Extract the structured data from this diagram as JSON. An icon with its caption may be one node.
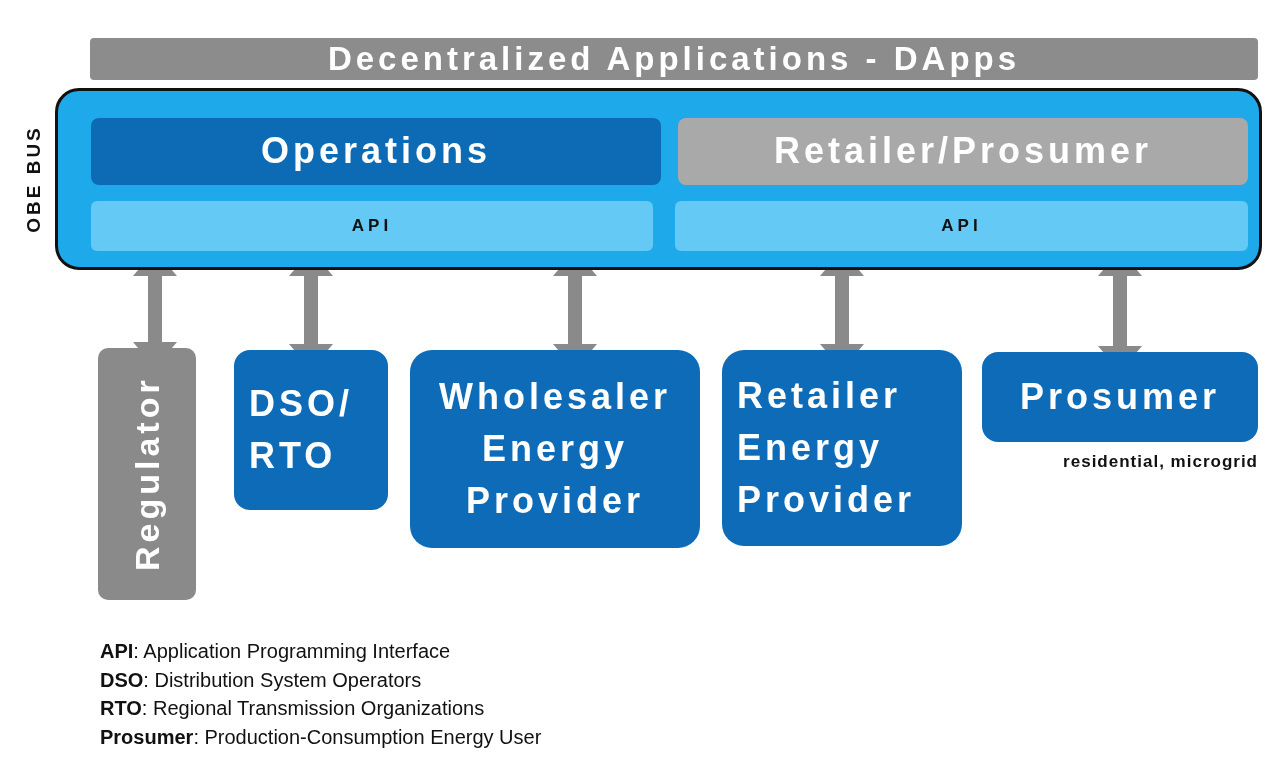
{
  "diagram": {
    "nodes": [
      {
        "text": [
          "Decentralized Applications - DApps"
        ]
      },
      {
        "text": [
          "OBE BUS"
        ]
      },
      {
        "text": [
          "Operations"
        ],
        "in": 1
      },
      {
        "text": [
          "Retailer/Prosumer"
        ],
        "in": 1
      },
      {
        "text": [
          "API"
        ],
        "in": 1
      },
      {
        "text": [
          "API"
        ],
        "in": 1
      },
      {
        "text": [
          "Regulator"
        ]
      },
      {
        "text": [
          "DSO/ RTO"
        ]
      },
      {
        "text": [
          "Wholesaler Energy Provider"
        ]
      },
      {
        "text": [
          "Retailer Energy Provider"
        ]
      },
      {
        "text": [
          "Prosumer"
        ],
        "beside": [
          "residential, microgrid"
        ]
      }
    ],
    "edges": [
      {
        "from": 1,
        "to": 6,
        "arrow": "both"
      },
      {
        "from": 1,
        "to": 7,
        "arrow": "both"
      },
      {
        "from": 1,
        "to": 8,
        "arrow": "both"
      },
      {
        "from": 1,
        "to": 9,
        "arrow": "both"
      },
      {
        "from": 1,
        "to": 10,
        "arrow": "both"
      }
    ],
    "labels": [
      "**API**: Application Programming Interface",
      "**DSO**: Distribution System Operators",
      "**RTO**: Regional Transmission Organizations",
      "**Prosumer**: Production-Consumption Energy User"
    ]
  }
}
